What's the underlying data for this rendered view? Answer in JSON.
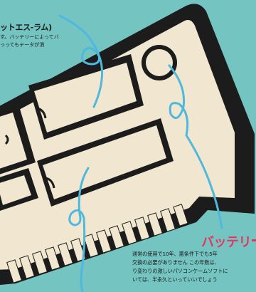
{
  "top_note": {
    "title": "ットエス-ラム)",
    "line1": "す。バッテリーによってバ",
    "line2": "っってもテータが消"
  },
  "battery_note": {
    "title": "バッテリ",
    "lines": [
      "通常の使用で10年、悪条件下でも5年",
      "交換の必要がありません この年数は、",
      "り変わりの激しいパソコンケームソフトに",
      "いては、半永久といっていいでしょう"
    ]
  },
  "colors": {
    "background": "#74c4c2",
    "board": "#f1e6cf",
    "outline": "#1f1f1f",
    "leader_lines": "#4fb8dd",
    "accent_title": "#e6355f"
  }
}
